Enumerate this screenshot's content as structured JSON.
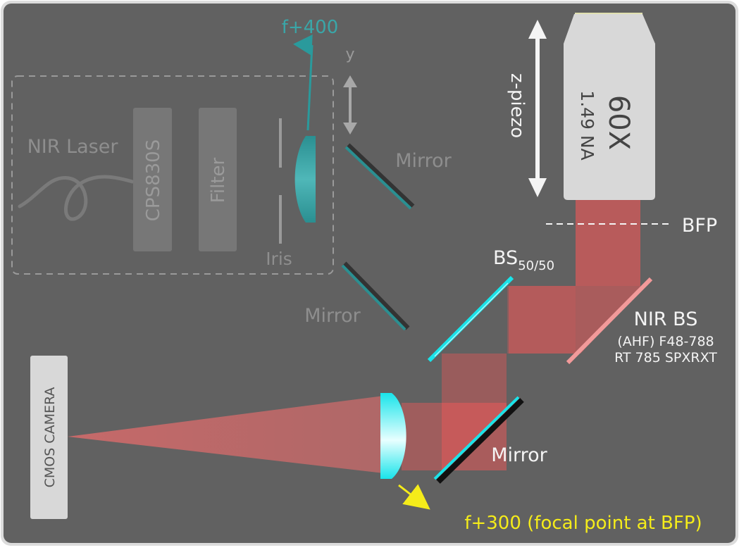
{
  "labels": {
    "nir_laser": "NIR Laser",
    "cps": "CPS830S",
    "filter": "Filter",
    "iris": "Iris",
    "f400": "f+400",
    "y_axis": "y",
    "mirror_top": "Mirror",
    "mirror_mid": "Mirror",
    "mirror_bottom": "Mirror",
    "objective_mag": "60X",
    "objective_na": "1.49 NA",
    "z_piezo": "z-piezo",
    "bfp": "BFP",
    "bs_main": "BS",
    "bs_sub": "50/50",
    "nir_bs_title": "NIR BS",
    "nir_bs_line1": "(AHF) F48-788",
    "nir_bs_line2": "RT 785 SPXRXT",
    "camera": "CMOS CAMERA",
    "f300": "f+300 (focal point at BFP)"
  },
  "colors": {
    "background": "#616161",
    "frame": "#dcdcdc",
    "component_dim": "#757575",
    "text_dim": "#8e8e8e",
    "objective": "#d8d8d8",
    "beam": "#e05a5a",
    "cyan": "#19e4ea",
    "teal": "#2a8f91",
    "teal_text": "#3aa6a8",
    "yellow": "#f5ec1a",
    "nir_bs": "#f29a9a",
    "text_light": "#f4f4f4"
  }
}
